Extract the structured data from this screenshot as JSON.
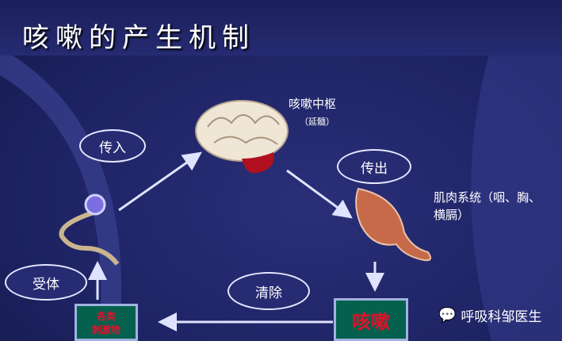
{
  "title": "咳嗽的产生机制",
  "center": {
    "label": "咳嗽中枢",
    "sub": "（延髓）"
  },
  "muscle": {
    "line1": "肌肉系统（咽、胸、",
    "line2": "横膈）"
  },
  "bubbles": {
    "afferent": "传入",
    "efferent": "传出",
    "receptor": "受体",
    "clear": "清除"
  },
  "boxes": {
    "stimuli_line1": "各类",
    "stimuli_line2": "刺激物",
    "cough": "咳嗽"
  },
  "watermark": "呼吸科邹医生",
  "colors": {
    "background": "#1f2466",
    "box": "#06604e",
    "box_text": "#e0122a"
  }
}
